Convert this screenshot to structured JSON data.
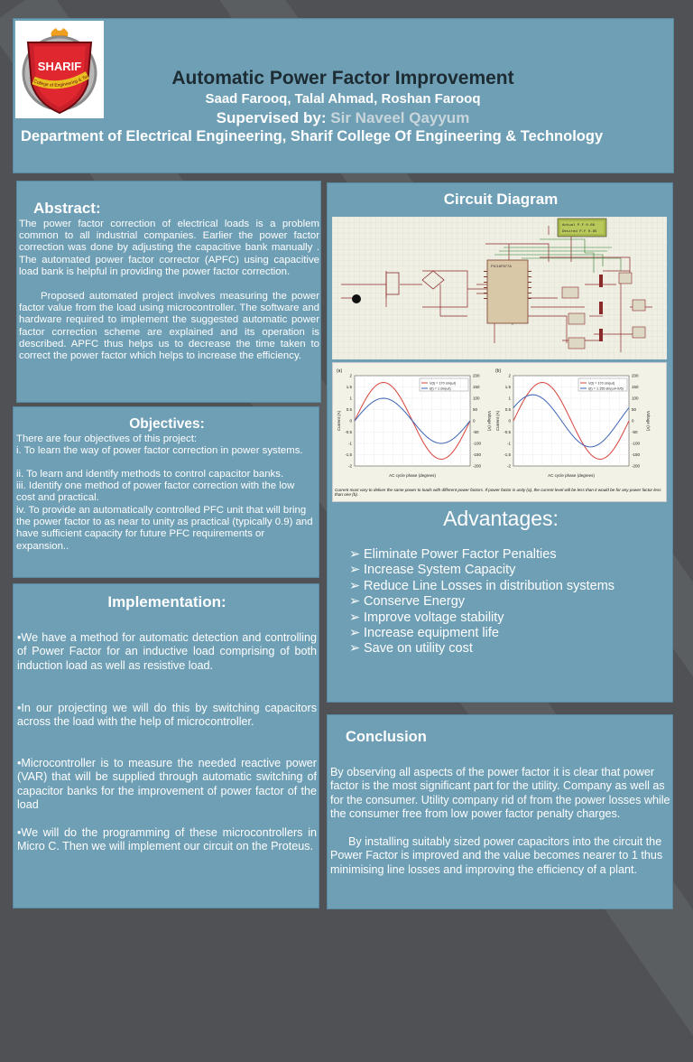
{
  "header": {
    "logo_text": "SHARIF",
    "logo_sub": "College of Engineering & Technology",
    "title": "Automatic Power Factor Improvement",
    "authors": "Saad Farooq, Talal Ahmad, Roshan Farooq",
    "supervised_label": "Supervised by:",
    "supervisor": "Sir Naveel Qayyum",
    "department": "Department of Electrical Engineering, Sharif College Of Engineering & Technology"
  },
  "abstract": {
    "title": "Abstract:",
    "para1": "The power factor correction of electrical loads is a problem common to all industrial companies. Earlier the power factor correction was done by adjusting the capacitive bank manually . The automated power factor corrector (APFC) using capacitive load bank is helpful in providing the power factor correction.",
    "para2": "Proposed automated project involves measuring the power factor value from the load using microcontroller. The software and hardware required to implement the suggested automatic power factor correction scheme are explained and its operation is described. APFC thus helps us to decrease the time taken to correct the power factor which helps to increase the efficiency."
  },
  "objectives": {
    "title": "Objectives:",
    "intro": "There are four objectives of this project:",
    "items": [
      "i. To learn the way of power factor correction in power systems.",
      "ii. To learn and identify methods to control capacitor banks.",
      "iii. Identify one method of power factor correction with the low cost  and practical.",
      "iv. To provide an automatically controlled PFC unit that will bring the power factor to as near to unity as practical (typically 0.9) and have sufficient capacity for future PFC requirements or expansion.."
    ]
  },
  "implementation": {
    "title": "Implementation:",
    "items": [
      "•We have  a  method for automatic detection and controlling of Power Factor for an inductive load comprising of both induction load as well as resistive load.",
      "•In our projecting we will do this by switching capacitors across the load with the help of microcontroller.",
      "•Microcontroller is to measure the needed reactive power (VAR) that will be supplied through automatic switching of capacitor banks for the improvement of power factor of the load",
      "•We will do the programming of these microcontrollers in Micro C. Then we will implement our circuit on the Proteus."
    ]
  },
  "circuit": {
    "title": "Circuit Diagram",
    "lcd_line1": "Actual P.F      0.66",
    "lcd_line2": "Desired P.F    0.95",
    "chip_label": "PIC16F877A",
    "chart_caption": "Current must vary to deliver the same power to loads with different power factors. If power factor is unity (a), the current level will be less than it would be for any power factor less than one (b)."
  },
  "chart_data": [
    {
      "type": "line",
      "panel": "(a)",
      "xlabel": "AC cycle phase (degrees)",
      "ylabel": "Current (A)",
      "y2label": "Voltage (V)",
      "ylim": [
        -2,
        2
      ],
      "y2lim": [
        -200,
        200
      ],
      "yticks": [
        "2",
        "1.5",
        "1",
        "0.5",
        "0",
        "-0.5",
        "-1",
        "-1.5",
        "-2"
      ],
      "y2ticks": [
        "200",
        "150",
        "100",
        "50",
        "0",
        "-50",
        "-100",
        "-150",
        "-200"
      ],
      "series": [
        {
          "name": "V(t) = 170 sin(ωt)",
          "color": "#d8443c",
          "amplitude_v": 170,
          "phase_deg": 0
        },
        {
          "name": "I(t) = 1 sin(ωt)",
          "color": "#3a62b4",
          "amplitude_a": 1,
          "phase_deg": 0
        }
      ]
    },
    {
      "type": "line",
      "panel": "(b)",
      "xlabel": "AC cycle phase (degrees)",
      "ylabel": "Current (A)",
      "y2label": "Voltage (V)",
      "ylim": [
        -2,
        2
      ],
      "y2lim": [
        -200,
        200
      ],
      "yticks": [
        "2",
        "1.5",
        "1",
        "0.5",
        "0",
        "-0.5",
        "-1",
        "-1.5",
        "-2"
      ],
      "y2ticks": [
        "200",
        "150",
        "100",
        "50",
        "0",
        "-50",
        "-100",
        "-150",
        "-200"
      ],
      "series": [
        {
          "name": "V(t) = 170 sin(ωt)",
          "color": "#d8443c",
          "amplitude_v": 170,
          "phase_deg": 0
        },
        {
          "name": "I(t) = 1.155 sin(ωt+π/6)",
          "color": "#3a62b4",
          "amplitude_a": 1.155,
          "phase_deg": 30
        }
      ]
    }
  ],
  "advantages": {
    "title": "Advantages:",
    "bullet": "➢",
    "items": [
      "Eliminate Power Factor Penalties",
      "Increase System Capacity",
      "Reduce Line Losses in distribution systems",
      "Conserve Energy",
      "Improve voltage stability",
      "Increase equipment life",
      "Save on utility cost"
    ]
  },
  "conclusion": {
    "title": "Conclusion",
    "para1": "By observing all aspects of the power factor it is clear that power factor is the most significant part for the utility. Company as well as for the consumer.  Utility company rid of from the power losses while the consumer free from low power factor penalty charges.",
    "para2": "By installing suitably sized power capacitors into the circuit the Power Factor is improved and the value becomes nearer to 1 thus minimising line losses and improving the efficiency of a plant."
  },
  "colors": {
    "background": "#4f5154",
    "panel": "#6e9fb5",
    "title_dark": "#1d2b33",
    "voltage": "#d8443c",
    "current": "#3a62b4"
  }
}
